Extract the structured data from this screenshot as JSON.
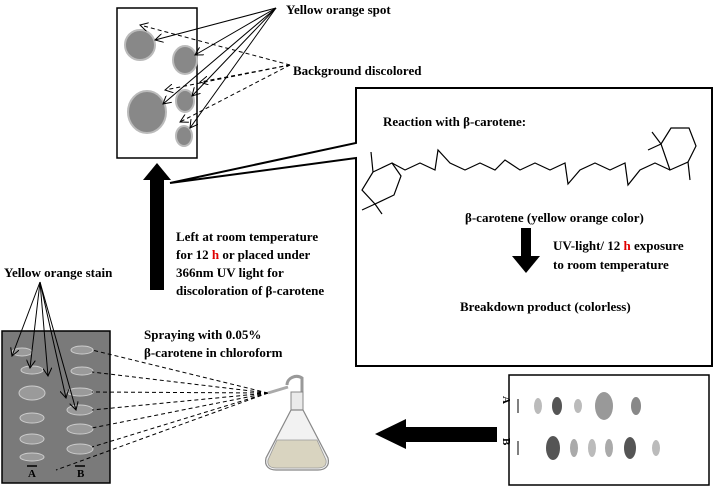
{
  "labels": {
    "yellow_orange_spot": "Yellow orange spot",
    "background_discolored": "Background discolored",
    "yellow_orange_stain": "Yellow orange stain",
    "spraying_line1": "Spraying with 0.05%",
    "spraying_line2": "β-carotene in chloroform",
    "reaction_title": "Reaction with β-carotene:",
    "beta_carotene_caption": "β-carotene (yellow orange color)",
    "uv_line1_pre": "UV-light/ 12 ",
    "uv_line1_h": "h",
    "uv_line1_post": " exposure",
    "uv_line2": "to room temperature",
    "breakdown": "Breakdown product (colorless)",
    "left_line1": "Left at room temperature",
    "left_line2_pre": "for 12 ",
    "left_line2_h": "h",
    "left_line2_post": " or placed under",
    "left_line3": "366nm UV light for",
    "left_line4": "discoloration of β-carotene",
    "lane_a": "A",
    "lane_b": "B",
    "strip_lane_a": "A",
    "strip_lane_b": "B"
  },
  "colors": {
    "plate_gray": "#7a7a7a",
    "spot_gray": "#8f8f8f",
    "highlight_red": "#e00000"
  }
}
